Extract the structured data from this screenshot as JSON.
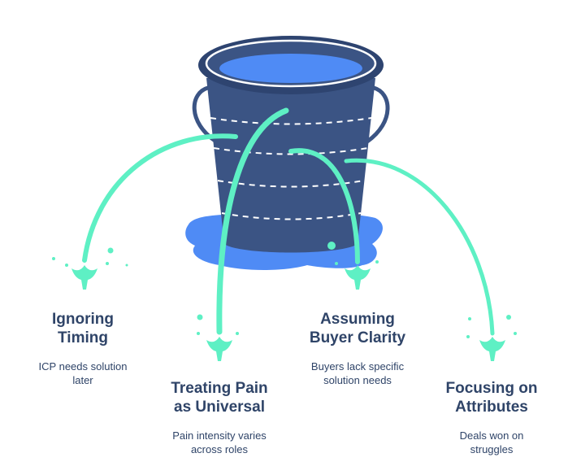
{
  "colors": {
    "bucket": "#3b5484",
    "bucket_dark": "#2e4470",
    "water": "#4f8bf5",
    "stream": "#5ef0c4",
    "text": "#2f4468"
  },
  "leaks": [
    {
      "title_line1": "Ignoring",
      "title_line2": "Timing",
      "desc_line1": "ICP needs solution",
      "desc_line2": "later"
    },
    {
      "title_line1": "Treating Pain",
      "title_line2": "as Universal",
      "desc_line1": "Pain intensity varies",
      "desc_line2": "across roles"
    },
    {
      "title_line1": "Assuming",
      "title_line2": "Buyer Clarity",
      "desc_line1": "Buyers lack specific",
      "desc_line2": "solution needs"
    },
    {
      "title_line1": "Focusing on",
      "title_line2": "Attributes",
      "desc_line1": "Deals won on",
      "desc_line2": "struggles"
    }
  ]
}
